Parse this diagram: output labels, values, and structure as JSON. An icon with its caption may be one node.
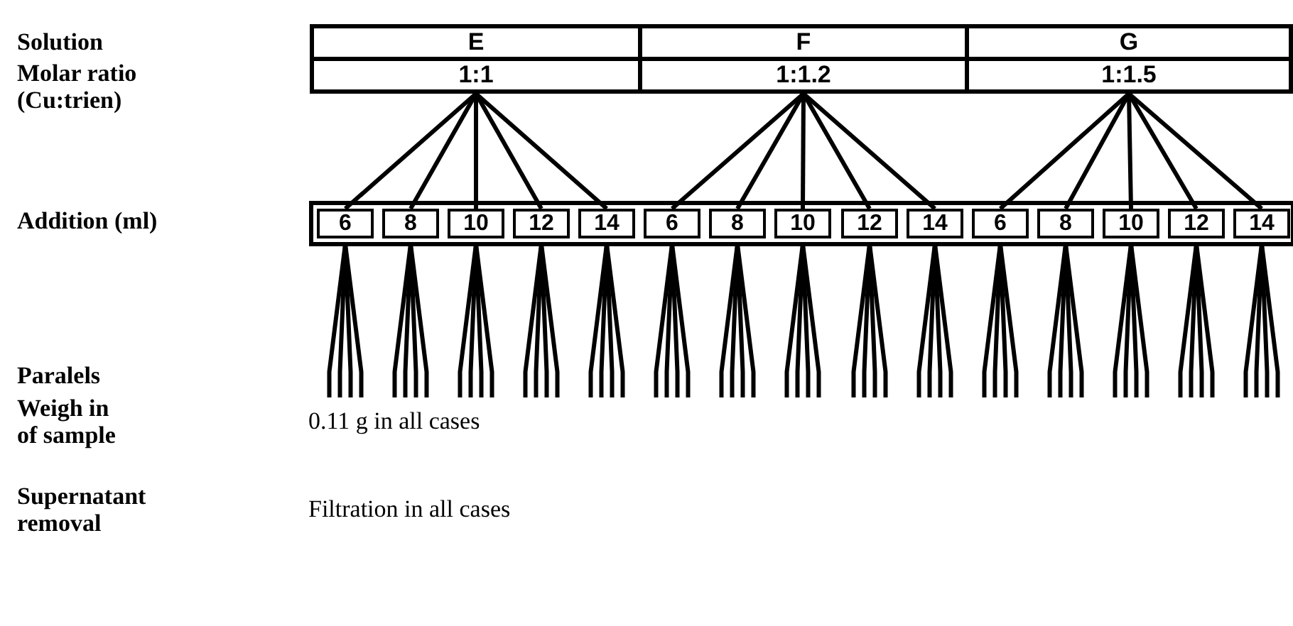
{
  "diagram": {
    "nodes": [
      {
        "text": [
          "E"
        ]
      },
      {
        "text": [
          "F"
        ]
      },
      {
        "text": [
          "G"
        ]
      },
      {
        "text": [
          "1:1"
        ]
      },
      {
        "text": [
          "1:1.2"
        ]
      },
      {
        "text": [
          "1:1.5"
        ]
      },
      {
        "text": [
          "6"
        ]
      },
      {
        "text": [
          "8"
        ]
      },
      {
        "text": [
          "10"
        ]
      },
      {
        "text": [
          "12"
        ]
      },
      {
        "text": [
          "14"
        ]
      },
      {
        "text": [
          "6"
        ]
      },
      {
        "text": [
          "8"
        ]
      },
      {
        "text": [
          "10"
        ]
      },
      {
        "text": [
          "12"
        ]
      },
      {
        "text": [
          "14"
        ]
      },
      {
        "text": [
          "6"
        ]
      },
      {
        "text": [
          "8"
        ]
      },
      {
        "text": [
          "10"
        ]
      },
      {
        "text": [
          "12"
        ]
      },
      {
        "text": [
          "14"
        ]
      }
    ],
    "edges": [
      {
        "from": 3,
        "to": 6,
        "arrow": "none"
      },
      {
        "from": 3,
        "to": 7,
        "arrow": "none"
      },
      {
        "from": 3,
        "to": 8,
        "arrow": "none"
      },
      {
        "from": 3,
        "to": 9,
        "arrow": "none"
      },
      {
        "from": 3,
        "to": 10,
        "arrow": "none"
      },
      {
        "from": 4,
        "to": 11,
        "arrow": "none"
      },
      {
        "from": 4,
        "to": 12,
        "arrow": "none"
      },
      {
        "from": 4,
        "to": 13,
        "arrow": "none"
      },
      {
        "from": 4,
        "to": 14,
        "arrow": "none"
      },
      {
        "from": 4,
        "to": 15,
        "arrow": "none"
      },
      {
        "from": 5,
        "to": 16,
        "arrow": "none"
      },
      {
        "from": 5,
        "to": 17,
        "arrow": "none"
      },
      {
        "from": 5,
        "to": 18,
        "arrow": "none"
      },
      {
        "from": 5,
        "to": 19,
        "arrow": "none"
      },
      {
        "from": 5,
        "to": 20,
        "arrow": "none"
      },
      {
        "from": 6,
        "to": null,
        "arrow": "none"
      },
      {
        "from": 6,
        "to": null,
        "arrow": "none"
      },
      {
        "from": 6,
        "to": null,
        "arrow": "none"
      },
      {
        "from": 6,
        "to": null,
        "arrow": "none"
      },
      {
        "from": 7,
        "to": null,
        "arrow": "none"
      },
      {
        "from": 7,
        "to": null,
        "arrow": "none"
      },
      {
        "from": 7,
        "to": null,
        "arrow": "none"
      },
      {
        "from": 7,
        "to": null,
        "arrow": "none"
      },
      {
        "from": 8,
        "to": null,
        "arrow": "none"
      },
      {
        "from": 8,
        "to": null,
        "arrow": "none"
      },
      {
        "from": 8,
        "to": null,
        "arrow": "none"
      },
      {
        "from": 8,
        "to": null,
        "arrow": "none"
      },
      {
        "from": 9,
        "to": null,
        "arrow": "none"
      },
      {
        "from": 9,
        "to": null,
        "arrow": "none"
      },
      {
        "from": 9,
        "to": null,
        "arrow": "none"
      },
      {
        "from": 9,
        "to": null,
        "arrow": "none"
      },
      {
        "from": 10,
        "to": null,
        "arrow": "none"
      },
      {
        "from": 10,
        "to": null,
        "arrow": "none"
      },
      {
        "from": 10,
        "to": null,
        "arrow": "none"
      },
      {
        "from": 10,
        "to": null,
        "arrow": "none"
      },
      {
        "from": 11,
        "to": null,
        "arrow": "none"
      },
      {
        "from": 11,
        "to": null,
        "arrow": "none"
      },
      {
        "from": 11,
        "to": null,
        "arrow": "none"
      },
      {
        "from": 11,
        "to": null,
        "arrow": "none"
      },
      {
        "from": 12,
        "to": null,
        "arrow": "none"
      },
      {
        "from": 12,
        "to": null,
        "arrow": "none"
      },
      {
        "from": 12,
        "to": null,
        "arrow": "none"
      },
      {
        "from": 12,
        "to": null,
        "arrow": "none"
      },
      {
        "from": 13,
        "to": null,
        "arrow": "none"
      },
      {
        "from": 13,
        "to": null,
        "arrow": "none"
      },
      {
        "from": 13,
        "to": null,
        "arrow": "none"
      },
      {
        "from": 13,
        "to": null,
        "arrow": "none"
      },
      {
        "from": 14,
        "to": null,
        "arrow": "none"
      },
      {
        "from": 14,
        "to": null,
        "arrow": "none"
      },
      {
        "from": 14,
        "to": null,
        "arrow": "none"
      },
      {
        "from": 14,
        "to": null,
        "arrow": "none"
      },
      {
        "from": 15,
        "to": null,
        "arrow": "none"
      },
      {
        "from": 15,
        "to": null,
        "arrow": "none"
      },
      {
        "from": 15,
        "to": null,
        "arrow": "none"
      },
      {
        "from": 15,
        "to": null,
        "arrow": "none"
      },
      {
        "from": 16,
        "to": null,
        "arrow": "none"
      },
      {
        "from": 16,
        "to": null,
        "arrow": "none"
      },
      {
        "from": 16,
        "to": null,
        "arrow": "none"
      },
      {
        "from": 16,
        "to": null,
        "arrow": "none"
      },
      {
        "from": 17,
        "to": null,
        "arrow": "none"
      },
      {
        "from": 17,
        "to": null,
        "arrow": "none"
      },
      {
        "from": 17,
        "to": null,
        "arrow": "none"
      },
      {
        "from": 17,
        "to": null,
        "arrow": "none"
      },
      {
        "from": 18,
        "to": null,
        "arrow": "none"
      },
      {
        "from": 18,
        "to": null,
        "arrow": "none"
      },
      {
        "from": 18,
        "to": null,
        "arrow": "none"
      },
      {
        "from": 18,
        "to": null,
        "arrow": "none"
      },
      {
        "from": 19,
        "to": null,
        "arrow": "none"
      },
      {
        "from": 19,
        "to": null,
        "arrow": "none"
      },
      {
        "from": 19,
        "to": null,
        "arrow": "none"
      },
      {
        "from": 19,
        "to": null,
        "arrow": "none"
      },
      {
        "from": 20,
        "to": null,
        "arrow": "none"
      },
      {
        "from": 20,
        "to": null,
        "arrow": "none"
      },
      {
        "from": 20,
        "to": null,
        "arrow": "none"
      },
      {
        "from": 20,
        "to": null,
        "arrow": "none"
      }
    ],
    "labels": [
      "Solution",
      "Molar ratio (Cu:trien)",
      "Addition (ml)",
      "Paralels",
      "Weigh in of sample",
      "0.11 g in all cases",
      "Supernatant removal",
      "Filtration in all cases"
    ]
  }
}
